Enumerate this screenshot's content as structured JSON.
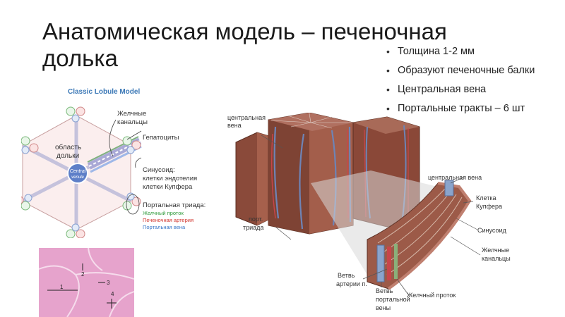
{
  "slide": {
    "title_line1": "Анатомическая модель – печеночная",
    "title_line2": "долька"
  },
  "bullets": [
    "Толщина 1-2 мм",
    "Образуют печеночные балки",
    "Центральная вена",
    "Портальные тракты – 6 шт"
  ],
  "left_diagram": {
    "heading": "Classic Lobule Model",
    "region_label_1": "область",
    "region_label_2": "дольки",
    "central_vein_1": "Central",
    "central_vein_2": "venule",
    "bile_canaliculi_1": "Желчные",
    "bile_canaliculi_2": "канальцы",
    "hepatocytes": "Гепатоциты",
    "sinusoid_1": "Синусоид:",
    "sinusoid_2": "клетки эндотелия",
    "sinusoid_3": "клетки Купфера",
    "portal_triad": "Портальная триада:",
    "bile_duct": "Желчный проток",
    "hepatic_artery": "Печеночная артерия",
    "portal_vein": "Портальная вена",
    "colors": {
      "heading": "#3b78b6",
      "bile_duct": "#2e9a3a",
      "hepatic_artery": "#d2362f",
      "portal_vein": "#3a78c8"
    }
  },
  "micro_image": {
    "labels": [
      "1",
      "2",
      "3",
      "4"
    ]
  },
  "right_diagram": {
    "central_vein_top_1": "центральная",
    "central_vein_top_2": "вена",
    "portal_triad_1": "порт.",
    "portal_triad_2": "триада",
    "central_vein": "центральная вена",
    "kupffer_1": "Клетка",
    "kupffer_2": "Купфера",
    "sinusoid": "Синусоид",
    "bile_canaliculi_1": "Желчные",
    "bile_canaliculi_2": "канальцы",
    "artery_branch_1": "Ветвь",
    "artery_branch_2": "артерии п.",
    "portal_vein_branch_1": "Ветвь",
    "portal_vein_branch_2": "портальной",
    "portal_vein_branch_3": "вены",
    "bile_duct": "Желчный проток"
  }
}
